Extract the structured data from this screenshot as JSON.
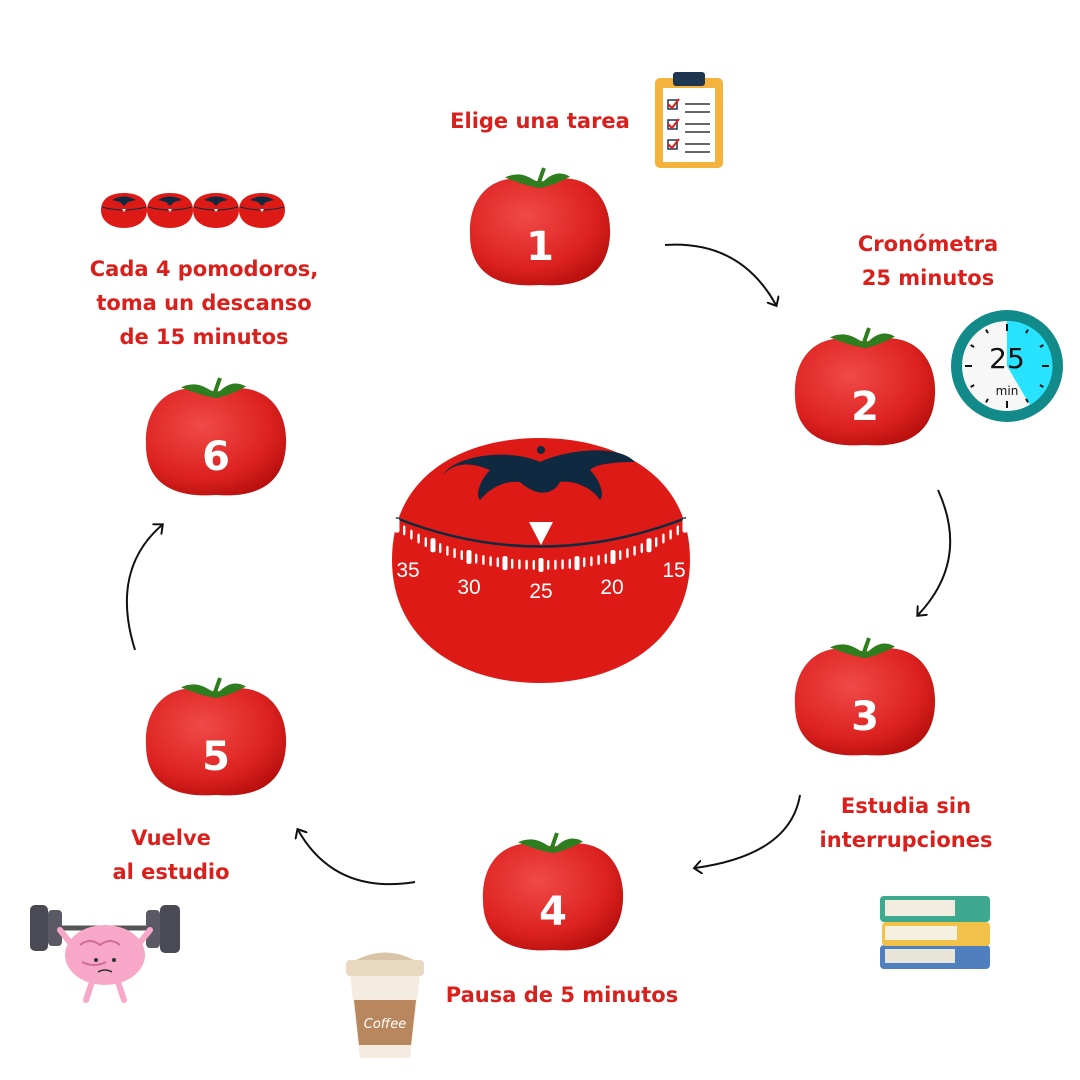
{
  "steps": [
    {
      "number": "1",
      "label_lines": [
        "Elige una tarea"
      ]
    },
    {
      "number": "2",
      "label_lines": [
        "Cronómetra",
        "25 minutos"
      ]
    },
    {
      "number": "3",
      "label_lines": [
        "Estudia sin",
        "interrupciones"
      ]
    },
    {
      "number": "4",
      "label_lines": [
        "Pausa de 5 minutos"
      ]
    },
    {
      "number": "5",
      "label_lines": [
        "Vuelve",
        "al estudio"
      ]
    },
    {
      "number": "6",
      "label_lines": [
        "Cada 4 pomodoros,",
        "toma un descanso",
        "de 15 minutos"
      ]
    }
  ],
  "timer": {
    "dial_labels": [
      "35",
      "30",
      "25",
      "20",
      "15"
    ]
  },
  "stopwatch": {
    "value": "25",
    "unit": "min"
  },
  "coffee_cup_text": "Coffee",
  "colors": {
    "accent_red": "#d9201c",
    "tomato": "#e0221e",
    "stem": "#2e7d1f",
    "timer_leaves": "#0f2a40",
    "stopwatch_ring": "#138a8a",
    "stopwatch_fill": "#27e3ff"
  },
  "icons": [
    "clipboard-checklist-icon",
    "stopwatch-icon",
    "books-stack-icon",
    "coffee-cup-icon",
    "brain-weightlifting-icon",
    "mini-timers-icon"
  ]
}
